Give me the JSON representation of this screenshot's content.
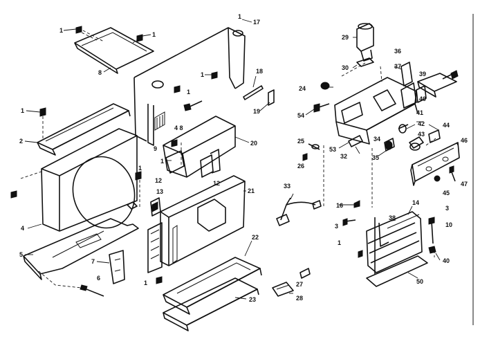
{
  "callouts": [
    {
      "id": "c1a",
      "text": "1"
    },
    {
      "id": "c1b",
      "text": "1"
    },
    {
      "id": "c8a",
      "text": "8"
    },
    {
      "id": "c1c",
      "text": "1"
    },
    {
      "id": "c17",
      "text": "17"
    },
    {
      "id": "c1d",
      "text": "1"
    },
    {
      "id": "c18",
      "text": "18"
    },
    {
      "id": "c19",
      "text": "19"
    },
    {
      "id": "c1e",
      "text": "1"
    },
    {
      "id": "c1f",
      "text": "1"
    },
    {
      "id": "c2",
      "text": "2"
    },
    {
      "id": "c48",
      "text": "4 8"
    },
    {
      "id": "c9",
      "text": "9"
    },
    {
      "id": "c20",
      "text": "20"
    },
    {
      "id": "c1g",
      "text": "1"
    },
    {
      "id": "c12a",
      "text": "12"
    },
    {
      "id": "c12b",
      "text": "12"
    },
    {
      "id": "c13",
      "text": "13"
    },
    {
      "id": "c1h",
      "text": "1"
    },
    {
      "id": "c21",
      "text": "21"
    },
    {
      "id": "c4",
      "text": "4"
    },
    {
      "id": "c5",
      "text": "5"
    },
    {
      "id": "c7",
      "text": "7"
    },
    {
      "id": "c6",
      "text": "6"
    },
    {
      "id": "c1i",
      "text": "1"
    },
    {
      "id": "c22",
      "text": "22"
    },
    {
      "id": "c23",
      "text": "23"
    },
    {
      "id": "c29",
      "text": "29"
    },
    {
      "id": "c30",
      "text": "30"
    },
    {
      "id": "c36",
      "text": "36"
    },
    {
      "id": "c37",
      "text": "37"
    },
    {
      "id": "c39",
      "text": "39"
    },
    {
      "id": "c24",
      "text": "24"
    },
    {
      "id": "c40a",
      "text": "40"
    },
    {
      "id": "c54",
      "text": "54"
    },
    {
      "id": "c41",
      "text": "41"
    },
    {
      "id": "c42",
      "text": "42"
    },
    {
      "id": "c43",
      "text": "43"
    },
    {
      "id": "c44",
      "text": "44"
    },
    {
      "id": "c25",
      "text": "25"
    },
    {
      "id": "c53",
      "text": "53"
    },
    {
      "id": "c32",
      "text": "32"
    },
    {
      "id": "c34",
      "text": "34"
    },
    {
      "id": "c46",
      "text": "46"
    },
    {
      "id": "c26",
      "text": "26"
    },
    {
      "id": "c35",
      "text": "35"
    },
    {
      "id": "c45",
      "text": "45"
    },
    {
      "id": "c47",
      "text": "47"
    },
    {
      "id": "c33",
      "text": "33"
    },
    {
      "id": "c16",
      "text": "16"
    },
    {
      "id": "c14",
      "text": "14"
    },
    {
      "id": "c3a",
      "text": "3"
    },
    {
      "id": "c3b",
      "text": "3"
    },
    {
      "id": "c38",
      "text": "38"
    },
    {
      "id": "c10",
      "text": "10"
    },
    {
      "id": "c1j",
      "text": "1"
    },
    {
      "id": "c40b",
      "text": "40"
    },
    {
      "id": "c50",
      "text": "50"
    },
    {
      "id": "c27",
      "text": "27"
    },
    {
      "id": "c28",
      "text": "28"
    }
  ]
}
